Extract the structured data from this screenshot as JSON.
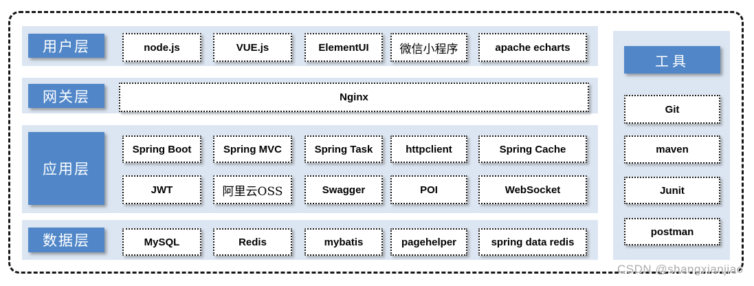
{
  "colors": {
    "accent": "#5187C8",
    "row_bg": "#DCE6F2",
    "box_border": "#141414",
    "watermark": "#ADADAD"
  },
  "layers": [
    {
      "label": "用户层",
      "rows": [
        [
          "node.js",
          "VUE.js",
          "ElementUI",
          "微信小程序",
          "apache echarts"
        ]
      ]
    },
    {
      "label": "网关层",
      "rows": [
        [
          "Nginx"
        ]
      ]
    },
    {
      "label": "应用层",
      "rows": [
        [
          "Spring Boot",
          "Spring MVC",
          "Spring Task",
          "httpclient",
          "Spring Cache"
        ],
        [
          "JWT",
          "阿里云OSS",
          "Swagger",
          "POI",
          "WebSocket"
        ]
      ]
    },
    {
      "label": "数据层",
      "rows": [
        [
          "MySQL",
          "Redis",
          "mybatis",
          "pagehelper",
          "spring data redis"
        ]
      ]
    }
  ],
  "tools": {
    "header": "工具",
    "items": [
      "Git",
      "maven",
      "Junit",
      "postman"
    ]
  },
  "watermark": "CSDN @shangxianjiao"
}
